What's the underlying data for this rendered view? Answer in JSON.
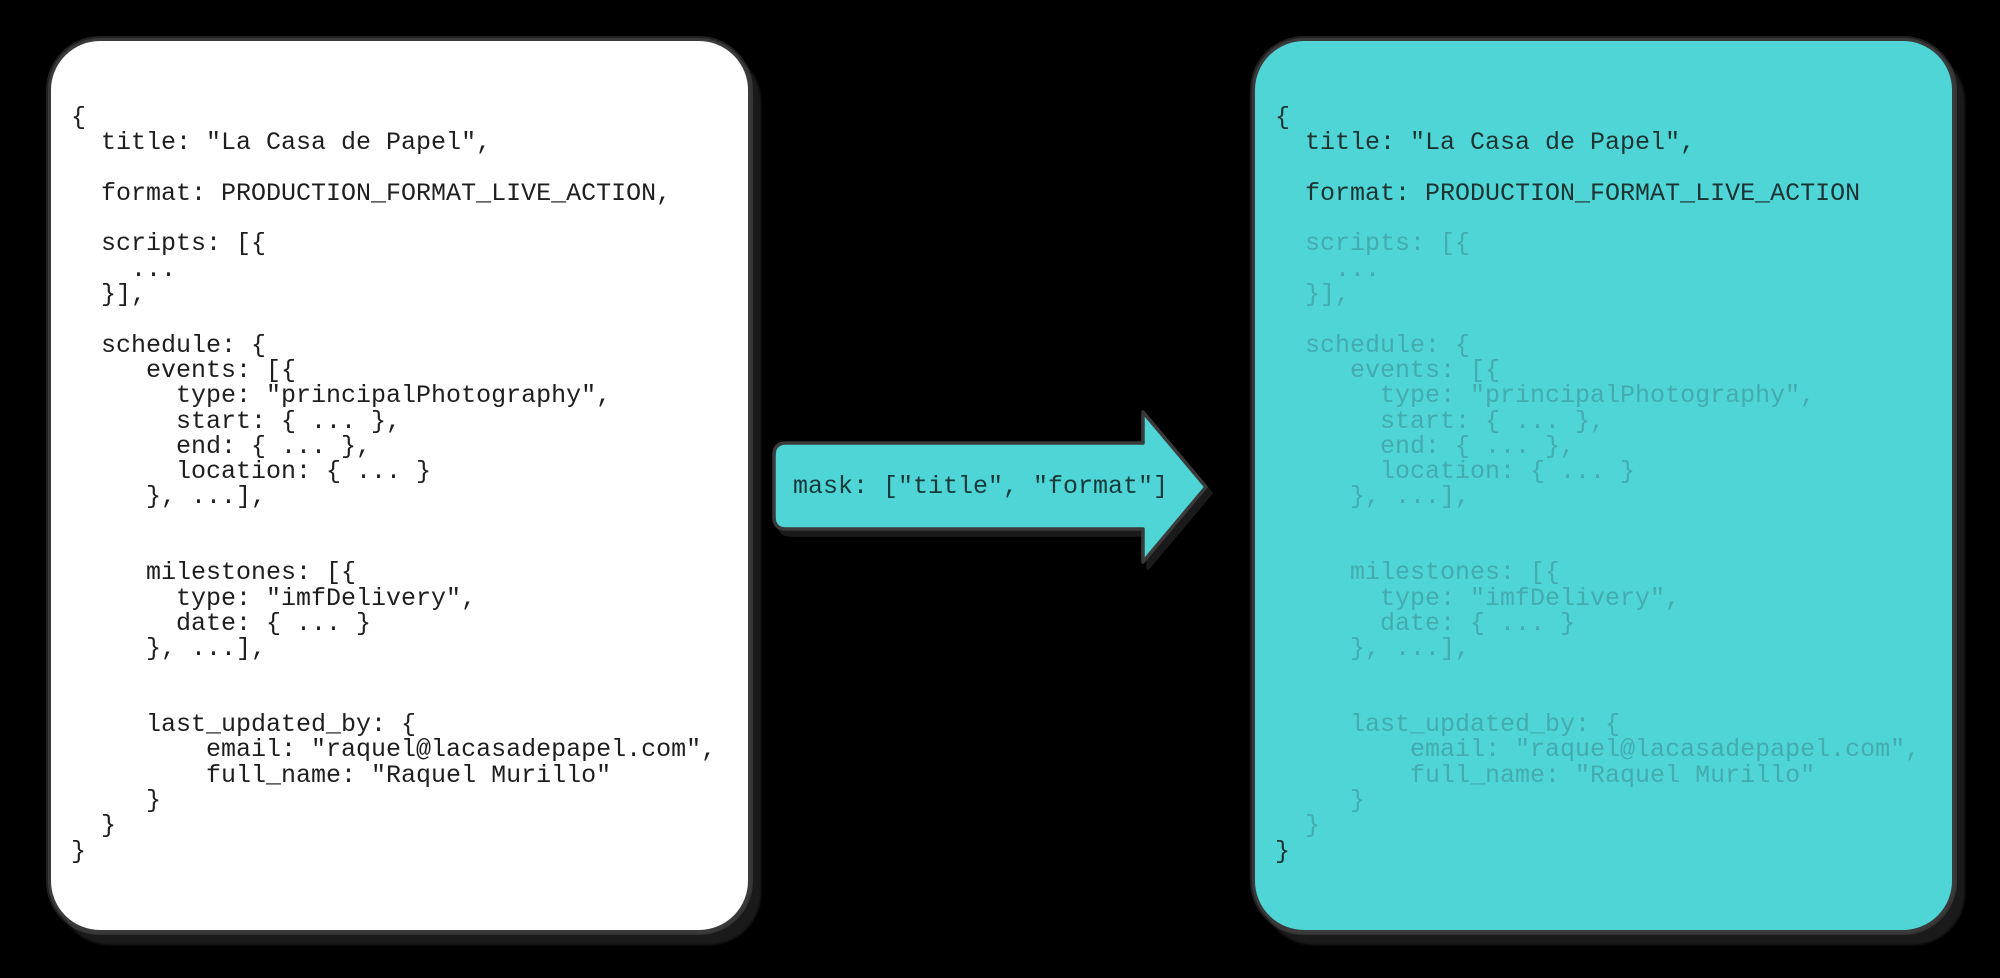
{
  "colors": {
    "background": "#000000",
    "panel_border": "#3a3a3a",
    "panel_bg": "#ffffff",
    "teal": "#4fd5d5",
    "code_dark": "#1e1e1e",
    "masked_dark": "#1c3333",
    "masked_muted": "#43acae",
    "arrow_text": "#16393b"
  },
  "arrow": {
    "label": "mask: [\"title\", \"format\"]"
  },
  "source_panel": {
    "lines": [
      "{",
      "  title: \"La Casa de Papel\",",
      "",
      "  format: PRODUCTION_FORMAT_LIVE_ACTION,",
      "",
      "  scripts: [{",
      "    ...",
      "  }],",
      "",
      "  schedule: {",
      "     events: [{",
      "       type: \"principalPhotography\",",
      "       start: { ... },",
      "       end: { ... },",
      "       location: { ... }",
      "     }, ...],",
      "",
      "",
      "     milestones: [{",
      "       type: \"imfDelivery\",",
      "       date: { ... }",
      "     }, ...],",
      "",
      "",
      "     last_updated_by: {",
      "         email: \"raquel@lacasadepapel.com\",",
      "         full_name: \"Raquel Murillo\"",
      "     }",
      "  }",
      "}"
    ]
  },
  "masked_panel": {
    "lines": [
      {
        "text": "{",
        "muted": false
      },
      {
        "text": "  title: \"La Casa de Papel\",",
        "muted": false
      },
      {
        "text": "",
        "muted": false
      },
      {
        "text": "  format: PRODUCTION_FORMAT_LIVE_ACTION",
        "muted": false
      },
      {
        "text": "",
        "muted": false
      },
      {
        "text": "  scripts: [{",
        "muted": true
      },
      {
        "text": "    ...",
        "muted": true
      },
      {
        "text": "  }],",
        "muted": true
      },
      {
        "text": "",
        "muted": true
      },
      {
        "text": "  schedule: {",
        "muted": true
      },
      {
        "text": "     events: [{",
        "muted": true
      },
      {
        "text": "       type: \"principalPhotography\",",
        "muted": true
      },
      {
        "text": "       start: { ... },",
        "muted": true
      },
      {
        "text": "       end: { ... },",
        "muted": true
      },
      {
        "text": "       location: { ... }",
        "muted": true
      },
      {
        "text": "     }, ...],",
        "muted": true
      },
      {
        "text": "",
        "muted": true
      },
      {
        "text": "",
        "muted": true
      },
      {
        "text": "     milestones: [{",
        "muted": true
      },
      {
        "text": "       type: \"imfDelivery\",",
        "muted": true
      },
      {
        "text": "       date: { ... }",
        "muted": true
      },
      {
        "text": "     }, ...],",
        "muted": true
      },
      {
        "text": "",
        "muted": true
      },
      {
        "text": "",
        "muted": true
      },
      {
        "text": "     last_updated_by: {",
        "muted": true
      },
      {
        "text": "         email: \"raquel@lacasadepapel.com\",",
        "muted": true
      },
      {
        "text": "         full_name: \"Raquel Murillo\"",
        "muted": true
      },
      {
        "text": "     }",
        "muted": true
      },
      {
        "text": "  }",
        "muted": true
      },
      {
        "text": "}",
        "muted": false
      }
    ]
  }
}
